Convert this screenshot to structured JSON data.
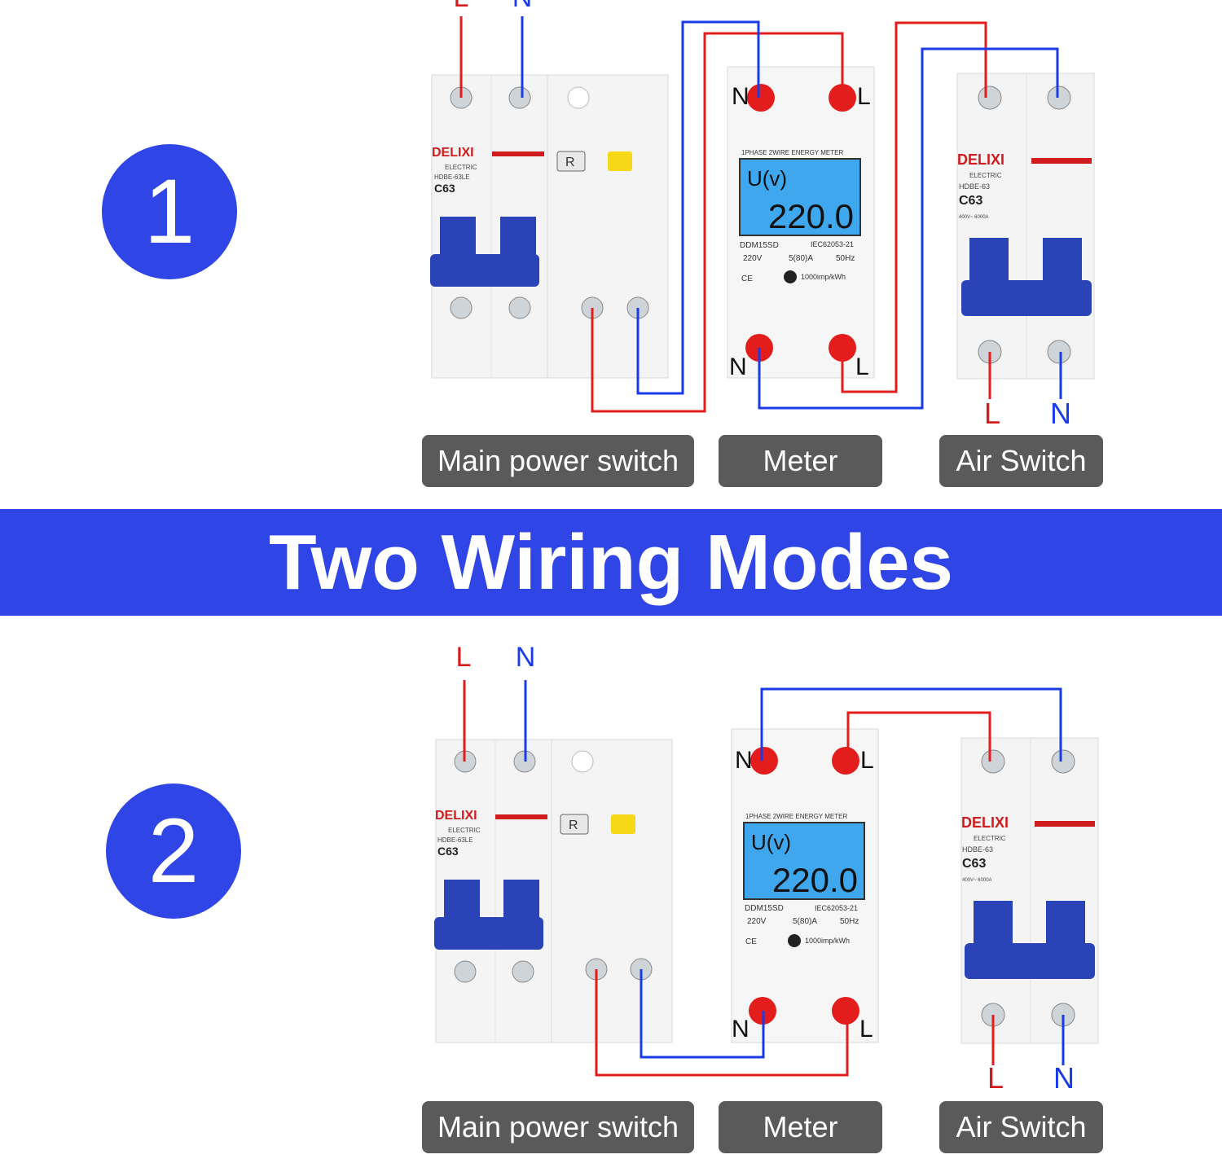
{
  "banner": {
    "title": "Two Wiring Modes"
  },
  "colors": {
    "accent": "#2f45e6",
    "live_wire": "#e31c1c",
    "neutral_wire": "#1a3ce8",
    "label_bg": "#5a5a5a",
    "breaker_blue": "#2a44b8",
    "lcd_blue": "#3ea7ee"
  },
  "panels": [
    {
      "number": "1",
      "labels": {
        "main_switch": "Main power switch",
        "meter": "Meter",
        "air_switch": "Air Switch"
      },
      "supply": {
        "live": "L",
        "neutral": "N"
      },
      "output": {
        "live": "L",
        "neutral": "N"
      },
      "meter_terminals": {
        "top_neutral": "N",
        "top_live": "L",
        "bottom_neutral": "N",
        "bottom_live": "L"
      }
    },
    {
      "number": "2",
      "labels": {
        "main_switch": "Main power switch",
        "meter": "Meter",
        "air_switch": "Air Switch"
      },
      "supply": {
        "live": "L",
        "neutral": "N"
      },
      "output": {
        "live": "L",
        "neutral": "N"
      },
      "meter_terminals": {
        "top_neutral": "N",
        "top_live": "L",
        "bottom_neutral": "N",
        "bottom_live": "L"
      }
    }
  ],
  "main_breaker": {
    "brand": "DELIXI",
    "sub": "ELECTRIC",
    "model": "HDBE-63LE",
    "rating": "C63",
    "test_button": "R"
  },
  "meter": {
    "header": "1PHASE 2WIRE ENERGY METER",
    "unit": "U(v)",
    "reading": "220.0",
    "model": "DDM15SD",
    "standard": "IEC62053-21",
    "voltage": "220V",
    "current": "5(80)A",
    "frequency": "50Hz",
    "constant": "1000imp/kWh",
    "marks": "CE"
  },
  "air_switch": {
    "brand": "DELIXI",
    "sub": "ELECTRIC",
    "model": "HDBE-63",
    "rating": "C63",
    "spec": "400V~ 6000A"
  }
}
